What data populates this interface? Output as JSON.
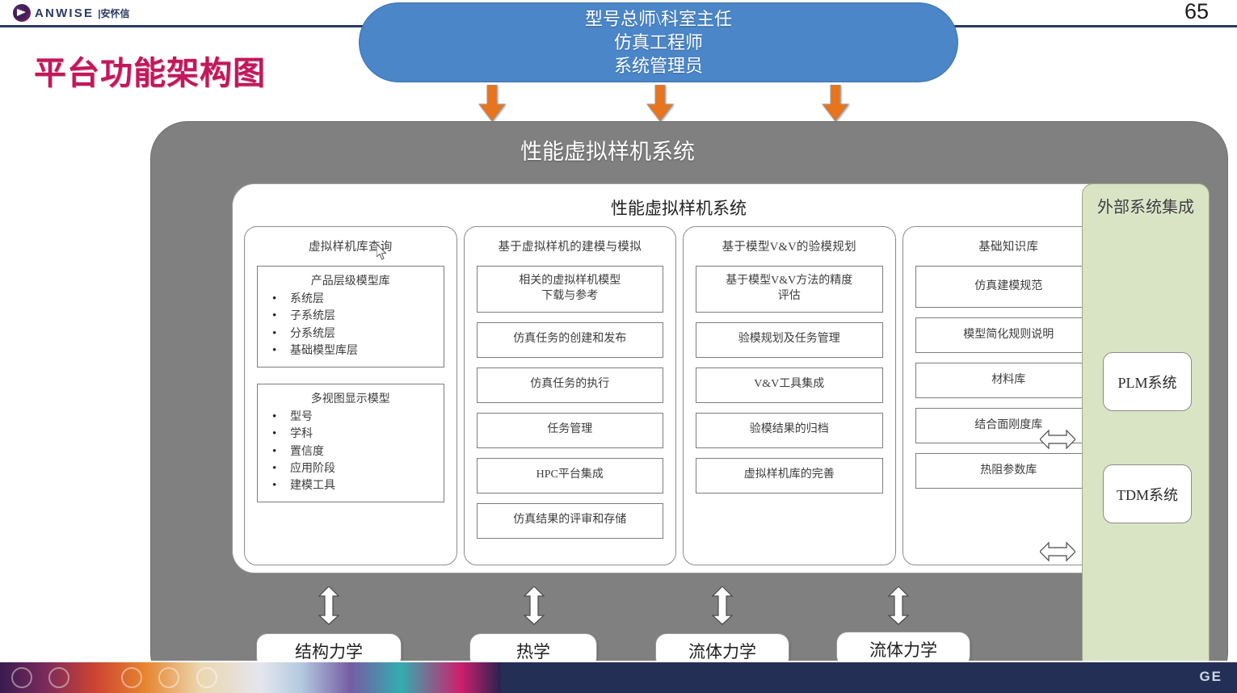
{
  "header": {
    "brand": "ANWISE",
    "brand_cn": "|安怀信",
    "page_number": "65",
    "logo_icon": "anwise-circle-logo"
  },
  "slide": {
    "title": "平台功能架构图"
  },
  "roles_pill": {
    "lines": [
      "型号总师\\科室主任",
      "仿真工程师",
      "系统管理员"
    ],
    "color": "#4a86c8"
  },
  "arrows": {
    "down_orange_count": 3,
    "orange_color": "#e8741c",
    "updown_white_count": 4,
    "leftright_white_count": 2
  },
  "gray_panel": {
    "title": "性能虚拟样机系统",
    "color": "#808080"
  },
  "white_panel": {
    "title": "性能虚拟样机系统"
  },
  "columns": [
    {
      "title": "虚拟样机库查询",
      "groups": [
        {
          "title": "产品层级模型库",
          "items": [
            "系统层",
            "子系统层",
            "分系统层",
            "基础模型库层"
          ]
        },
        {
          "title": "多视图显示模型",
          "items": [
            "型号",
            "学科",
            "置信度",
            "应用阶段",
            "建模工具"
          ]
        }
      ],
      "items": []
    },
    {
      "title": "基于虚拟样机的建模与模拟",
      "groups": [],
      "items": [
        "相关的虚拟样机模型\n下载与参考",
        "仿真任务的创建和发布",
        "仿真任务的执行",
        "任务管理",
        "HPC平台集成",
        "仿真结果的评审和存储"
      ]
    },
    {
      "title": "基于模型V&V的验模规划",
      "groups": [],
      "items": [
        "基于模型V&V方法的精度\n评估",
        "验模规划及任务管理",
        "V&V工具集成",
        "验模结果的归档",
        "虚拟样机库的完善"
      ]
    },
    {
      "title": "基础知识库",
      "groups": [],
      "items": [
        "仿真建模规范",
        "模型简化规则说明",
        "材料库",
        "结合面刚度库",
        "热阻参数库"
      ]
    }
  ],
  "external_panel": {
    "title": "外部系统集成",
    "color": "#d9e4c4",
    "boxes": [
      "PLM系统",
      "TDM系统"
    ]
  },
  "disciplines": [
    "结构力学",
    "热学",
    "流体力学",
    "流体力学"
  ],
  "taskbar": {
    "right_logo": "GE",
    "icons": [
      "back-icon",
      "forward-icon",
      "home-icon",
      "search-icon",
      "more-icon"
    ]
  }
}
